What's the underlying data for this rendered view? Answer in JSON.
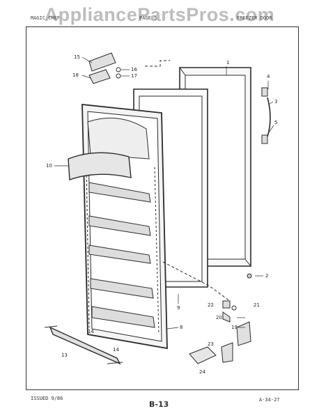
{
  "watermark": "AppliancePartsPros.com",
  "header": {
    "left": "MAGIC CHEF",
    "center": "PAGE 5",
    "right": "FREEZER DOOR"
  },
  "footer": {
    "issued": "ISSUED 9/86",
    "page": "B-13",
    "code": "A-34-27"
  },
  "callouts": [
    "1",
    "2",
    "3",
    "4",
    "5",
    "8",
    "9",
    "10",
    "13",
    "14",
    "14",
    "15",
    "16",
    "17",
    "18",
    "19",
    "20",
    "21",
    "22",
    "23",
    "24"
  ],
  "colors": {
    "line": "#2a2a2a",
    "watermark": "#bdbdbd",
    "background": "#ffffff"
  }
}
